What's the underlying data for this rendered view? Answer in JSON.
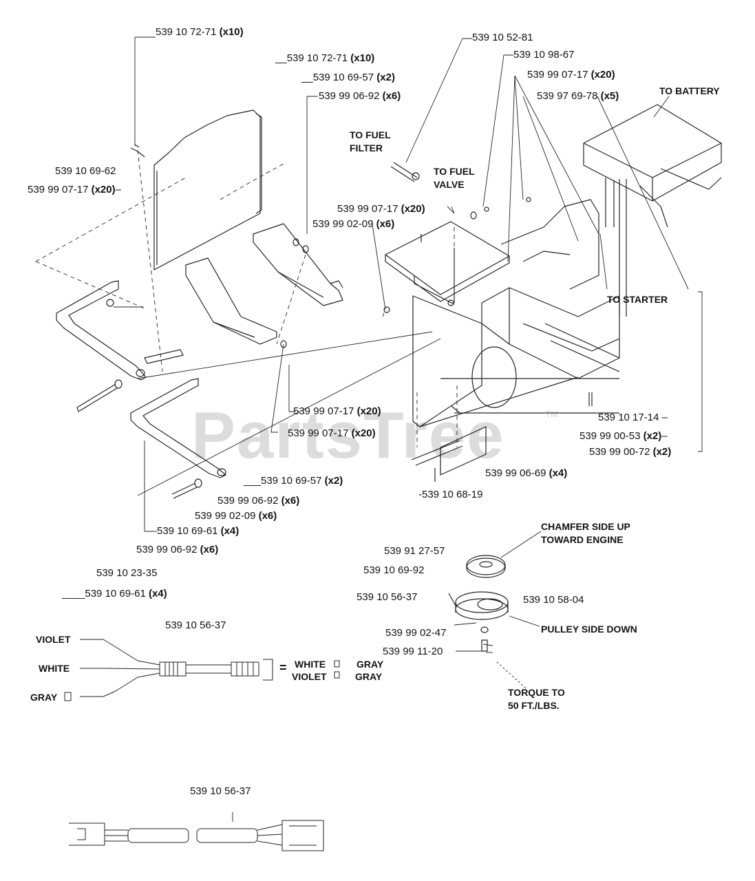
{
  "watermark": {
    "text": "PartsTree",
    "tm": "TM"
  },
  "callouts": [
    {
      "part": "539 10 72-71",
      "qty": "(x10)"
    },
    {
      "part": "539 10 72-71",
      "qty": "(x10)"
    },
    {
      "part": "539 10 69-57",
      "qty": "(x2)"
    },
    {
      "part": "539 99 06-92",
      "qty": "(x6)"
    },
    {
      "part": "539 10 69-62",
      "qty": ""
    },
    {
      "part": "539 99 07-17",
      "qty": "(x20)"
    },
    {
      "part": "539 10 52-81",
      "qty": ""
    },
    {
      "part": "539 10 98-67",
      "qty": ""
    },
    {
      "part": "539 99 07-17",
      "qty": "(x20)"
    },
    {
      "part": "539 97 69-78",
      "qty": "(x5)"
    },
    {
      "part": "539 99 07-17",
      "qty": "(x20)"
    },
    {
      "part": "539 99 02-09",
      "qty": "(x6)"
    },
    {
      "part": "539 99 07-17",
      "qty": "(x20)"
    },
    {
      "part": "539 99 07-17",
      "qty": "(x20)"
    },
    {
      "part": "539 10 69-57",
      "qty": "(x2)"
    },
    {
      "part": "539 99 06-92",
      "qty": "(x6)"
    },
    {
      "part": "539 99 02-09",
      "qty": "(x6)"
    },
    {
      "part": "539 10 69-61",
      "qty": "(x4)"
    },
    {
      "part": "539 99 06-92",
      "qty": "(x6)"
    },
    {
      "part": "539 10 17-14",
      "qty": ""
    },
    {
      "part": "539 99 00-53",
      "qty": "(x2)"
    },
    {
      "part": "539 99 00-72",
      "qty": "(x2)"
    },
    {
      "part": "539 99 06-69",
      "qty": "(x4)"
    },
    {
      "part": "-539 10 68-19",
      "qty": ""
    },
    {
      "part": "539 10 23-35",
      "qty": ""
    },
    {
      "part": "539 10 69-61",
      "qty": "(x4)"
    },
    {
      "part": "539 91 27-57",
      "qty": ""
    },
    {
      "part": "539 10 69-92",
      "qty": ""
    },
    {
      "part": "539 10 56-37",
      "qty": ""
    },
    {
      "part": "539 10 58-04",
      "qty": ""
    },
    {
      "part": "539 99 02-47",
      "qty": ""
    },
    {
      "part": "539 99 11-20",
      "qty": ""
    },
    {
      "part": "539 10 56-37",
      "qty": ""
    },
    {
      "part": "539 10 56-37",
      "qty": ""
    }
  ],
  "captions": {
    "to_battery": "TO BATTERY",
    "to_fuel_filter_1": "TO FUEL",
    "to_fuel_filter_2": "FILTER",
    "to_fuel_valve_1": "TO FUEL",
    "to_fuel_valve_2": "VALVE",
    "to_starter": "TO STARTER",
    "chamfer_1": "CHAMFER SIDE UP",
    "chamfer_2": "TOWARD ENGINE",
    "pulley_side": "PULLEY SIDE DOWN",
    "torque_1": "TORQUE TO",
    "torque_2": "50 FT./LBS."
  },
  "wires": {
    "left": [
      "VIOLET",
      "WHITE",
      "GRAY"
    ],
    "eq": "=",
    "mid": [
      "WHITE",
      "VIOLET"
    ],
    "right": [
      "GRAY",
      "GRAY"
    ]
  }
}
